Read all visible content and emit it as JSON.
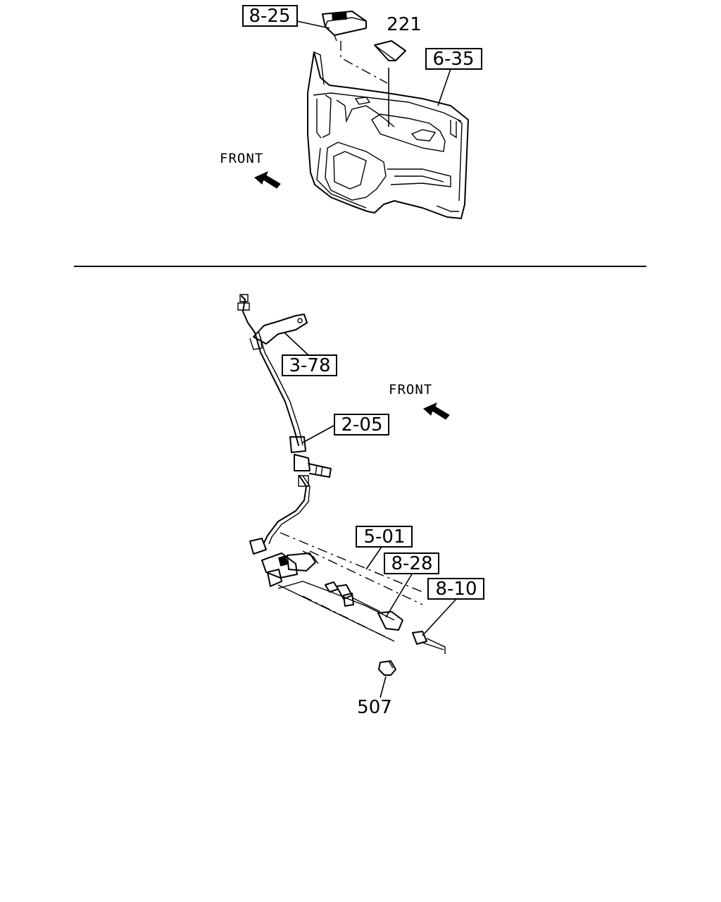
{
  "upper_view": {
    "front_label": "FRONT",
    "callouts": {
      "switch": "8-25",
      "pad": "221",
      "door_trim": "6-35"
    }
  },
  "lower_view": {
    "front_label": "FRONT",
    "callouts": {
      "clamp": "3-78",
      "pipe": "2-05",
      "frame": "5-01",
      "cable": "8-28",
      "harness": "8-10",
      "plug": "507"
    }
  },
  "icons": {
    "front_arrow": "front-arrow-icon"
  },
  "colors": {
    "line": "#000000",
    "background": "#ffffff"
  }
}
